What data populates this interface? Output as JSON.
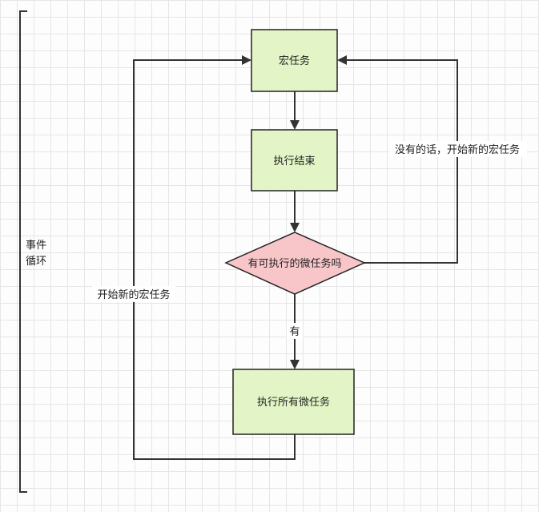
{
  "diagram": {
    "nodes": {
      "macro_task": "宏任务",
      "exec_done": "执行结束",
      "has_micro": "有可执行的微任务吗",
      "exec_micro": "执行所有微任务"
    },
    "edges": {
      "no_label": "没有的话，开始新的宏任务",
      "yes_label": "有",
      "new_macro_label": "开始新的宏任务"
    },
    "bracket_label": {
      "line1": "事件",
      "line2": "循环"
    }
  },
  "colors": {
    "process_fill": "#e3f5c6",
    "decision_fill": "#f8c6c9",
    "stroke": "#222222"
  }
}
